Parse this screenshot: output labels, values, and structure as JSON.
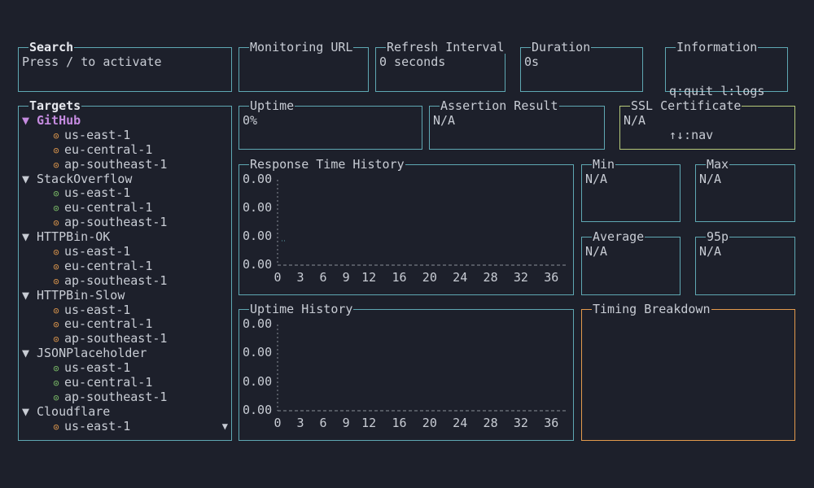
{
  "search": {
    "title": "Search",
    "hint": "Press / to activate"
  },
  "monitoring_url": {
    "title": "Monitoring URL",
    "value": ""
  },
  "refresh_interval": {
    "title": "Refresh Interval",
    "value": "0 seconds"
  },
  "duration": {
    "title": "Duration",
    "value": "0s"
  },
  "information": {
    "title": "Information",
    "line1": "q:quit l:logs",
    "line2": "↑↓:nav"
  },
  "targets": {
    "title": "Targets",
    "groups": [
      {
        "name": "GitHub",
        "selected": true,
        "regions": [
          {
            "name": "us-east-1",
            "status": "warn"
          },
          {
            "name": "eu-central-1",
            "status": "warn"
          },
          {
            "name": "ap-southeast-1",
            "status": "warn"
          }
        ]
      },
      {
        "name": "StackOverflow",
        "regions": [
          {
            "name": "us-east-1",
            "status": "ok"
          },
          {
            "name": "eu-central-1",
            "status": "ok"
          },
          {
            "name": "ap-southeast-1",
            "status": "warn"
          }
        ]
      },
      {
        "name": "HTTPBin-OK",
        "regions": [
          {
            "name": "us-east-1",
            "status": "warn"
          },
          {
            "name": "eu-central-1",
            "status": "warn"
          },
          {
            "name": "ap-southeast-1",
            "status": "warn"
          }
        ]
      },
      {
        "name": "HTTPBin-Slow",
        "regions": [
          {
            "name": "us-east-1",
            "status": "warn"
          },
          {
            "name": "eu-central-1",
            "status": "warn"
          },
          {
            "name": "ap-southeast-1",
            "status": "warn"
          }
        ]
      },
      {
        "name": "JSONPlaceholder",
        "regions": [
          {
            "name": "us-east-1",
            "status": "ok"
          },
          {
            "name": "eu-central-1",
            "status": "ok"
          },
          {
            "name": "ap-southeast-1",
            "status": "ok"
          }
        ]
      },
      {
        "name": "Cloudflare",
        "regions": [
          {
            "name": "us-east-1",
            "status": "warn"
          }
        ]
      }
    ],
    "arrow_expanded": "▼",
    "dot_glyph": "⊙",
    "scroll_indicator": "▼"
  },
  "uptime": {
    "title": "Uptime",
    "value": "0%"
  },
  "assertion_result": {
    "title": "Assertion Result",
    "value": "N/A"
  },
  "ssl_certificate": {
    "title": "SSL Certificate",
    "value": "N/A"
  },
  "min": {
    "title": "Min",
    "value": "N/A"
  },
  "max": {
    "title": "Max",
    "value": "N/A"
  },
  "average": {
    "title": "Average",
    "value": "N/A"
  },
  "p95": {
    "title": "95p",
    "value": "N/A"
  },
  "timing_breakdown": {
    "title": "Timing Breakdown"
  },
  "colors": {
    "border": "#5fa8b3",
    "ssl_border": "#b6c97a",
    "timing_border": "#e39a4d",
    "selected": "#c58be0",
    "warn": "#e39a4d",
    "ok": "#7fc36a"
  },
  "chart_data": [
    {
      "type": "line",
      "title": "Response Time History",
      "yticks": [
        "0.00",
        "0.00",
        "0.00",
        "0.00"
      ],
      "xticks": [
        "0",
        "3",
        "6",
        "9",
        "12",
        "16",
        "20",
        "24",
        "28",
        "32",
        "36"
      ],
      "series": [
        {
          "x": [
            0
          ],
          "y": [
            0
          ]
        }
      ]
    },
    {
      "type": "line",
      "title": "Uptime History",
      "yticks": [
        "0.00",
        "0.00",
        "0.00",
        "0.00"
      ],
      "xticks": [
        "0",
        "3",
        "6",
        "9",
        "12",
        "16",
        "20",
        "24",
        "28",
        "32",
        "36"
      ],
      "series": []
    }
  ]
}
